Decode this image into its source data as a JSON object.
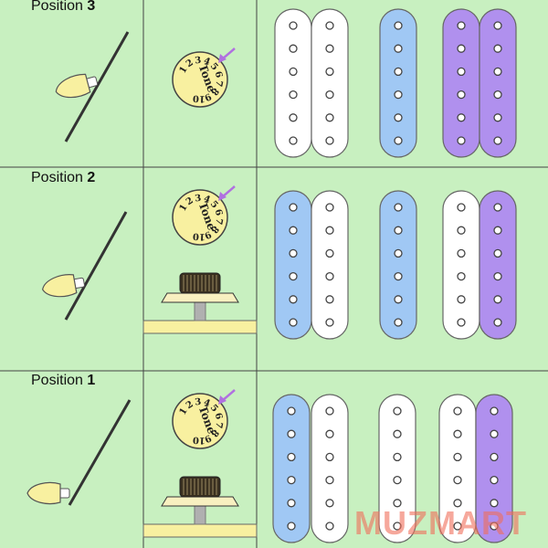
{
  "rows": [
    {
      "label": "Position ",
      "number": "3",
      "show_knob": false,
      "pickups": [
        {
          "name": "neck",
          "coils": [
            "white",
            "white"
          ]
        },
        {
          "name": "middle",
          "coils": [
            "blue"
          ]
        },
        {
          "name": "bridge",
          "coils": [
            "purple",
            "purple"
          ]
        }
      ]
    },
    {
      "label": "Position ",
      "number": "2",
      "show_knob": true,
      "pickups": [
        {
          "name": "neck",
          "coils": [
            "blue",
            "white"
          ]
        },
        {
          "name": "middle",
          "coils": [
            "blue"
          ]
        },
        {
          "name": "bridge",
          "coils": [
            "white",
            "purple"
          ]
        }
      ]
    },
    {
      "label": "Position ",
      "number": "1",
      "show_knob": true,
      "pickups": [
        {
          "name": "neck",
          "coils": [
            "blue",
            "white"
          ]
        },
        {
          "name": "middle",
          "coils": [
            "white"
          ]
        },
        {
          "name": "bridge",
          "coils": [
            "white",
            "purple"
          ]
        }
      ]
    }
  ],
  "tone_knob": {
    "label": "Tone",
    "numbers": [
      "1",
      "2",
      "3",
      "4",
      "5",
      "6",
      "7",
      "8",
      "9",
      "10"
    ]
  },
  "watermark": "MUZMART",
  "colors": {
    "background": "#c8f0c0",
    "white": "#ffffff",
    "blue": "#a0c8f4",
    "purple": "#b090ee",
    "knob": "#f8f0a0",
    "arrow": "#b070e0",
    "grid": "#444444"
  }
}
